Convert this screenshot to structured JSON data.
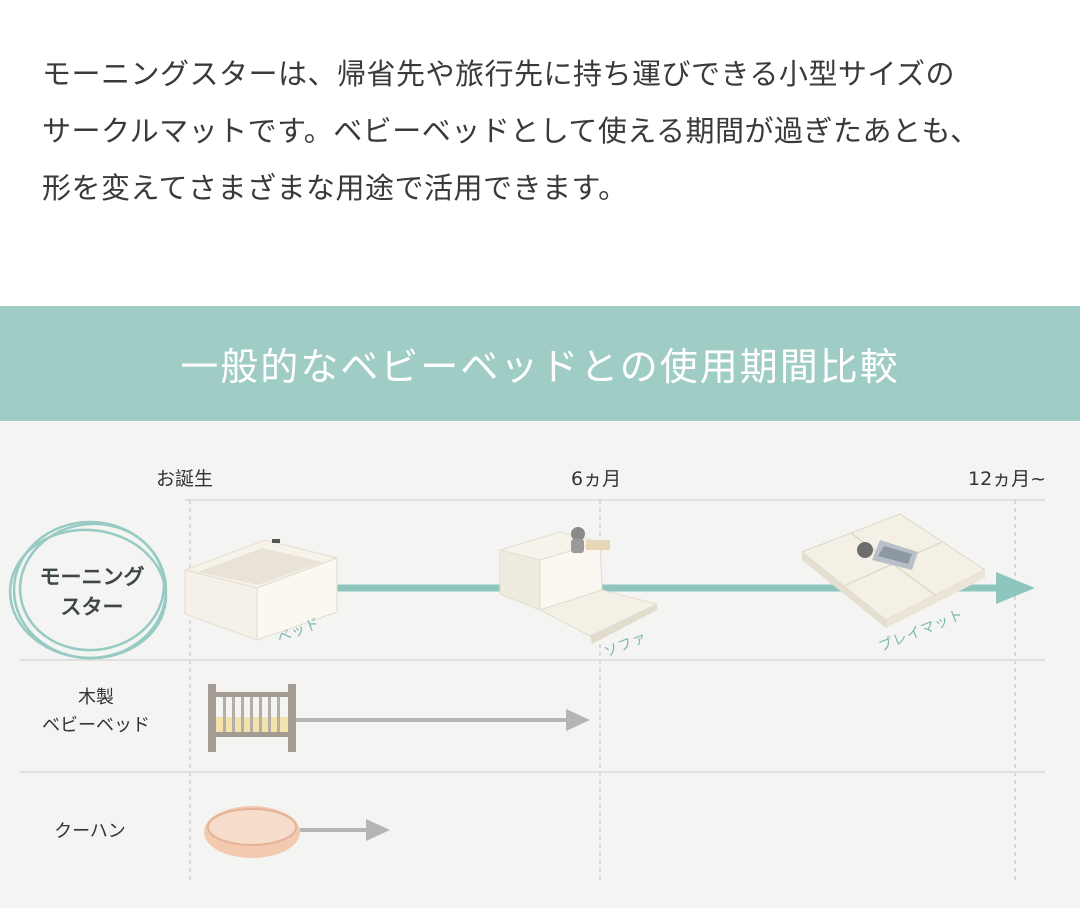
{
  "intro": {
    "lines": [
      "モーニングスターは、帰省先や旅行先に持ち運びできる小型サイズの",
      "サークルマットです。ベビーベッドとして使える期間が過ぎたあとも、",
      "形を変えてさまざまな用途で活用できます。"
    ]
  },
  "banner": {
    "title": "一般的なベビーベッドとの使用期間比較"
  },
  "timeline": {
    "ticks": [
      "お誕生",
      "6ヵ月",
      "12ヵ月~"
    ]
  },
  "rows": {
    "morningstar": {
      "label_line1": "モーニング",
      "label_line2": "スター",
      "stages": [
        "ベッド",
        "ソファ",
        "プレイマット"
      ]
    },
    "wooden_bed": {
      "label_line1": "木製",
      "label_line2": "ベビーベッド"
    },
    "kuhan": {
      "label": "クーハン"
    }
  },
  "colors": {
    "accent_teal": "#8ec6be",
    "banner_bg": "#9fcdc6",
    "arrow_gray": "#b5b5b5",
    "bed_wood": "#a49c93",
    "bed_mattress": "#f3e2a9",
    "kuhan_fill": "#f3c9b0"
  },
  "icons": [
    "circle-mat-bed-icon",
    "sofa-mat-icon",
    "play-mat-icon",
    "wooden-crib-icon",
    "bassinet-icon"
  ]
}
